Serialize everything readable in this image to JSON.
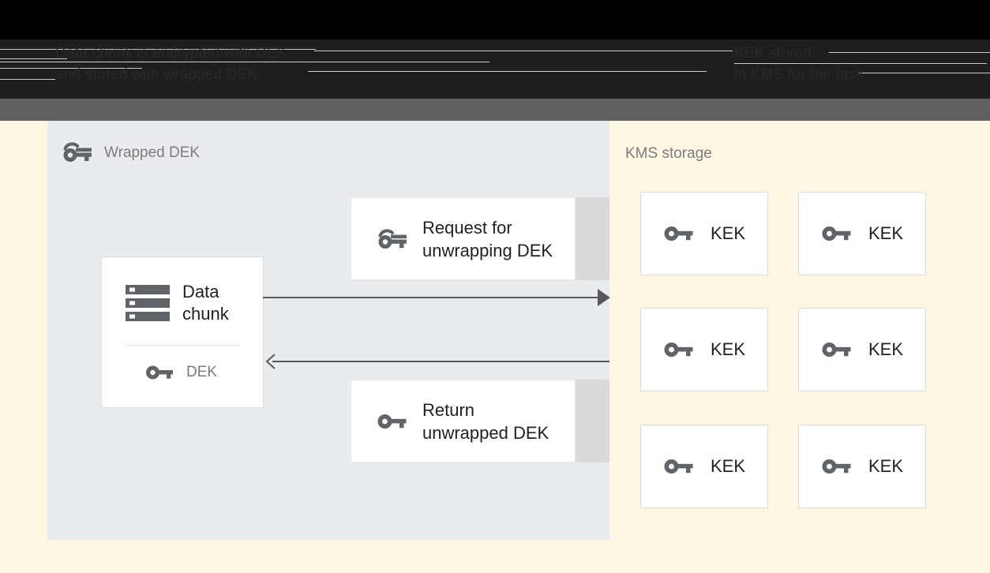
{
  "header": {
    "caption_left": "Data chunk is encrypted with DEK\nand stored with wrapped DEK",
    "caption_right": "KEK stored\nin KMS for the task"
  },
  "colors": {
    "top_band": "#000000",
    "top_band_inner": "#1e1e1e",
    "grey_bar": "#606060",
    "left_panel": "#e8ecef",
    "right_panel": "#fdf6e3",
    "card": "#ffffff",
    "card_border": "#dcdcdc",
    "plate": "#dadada",
    "arrow": "#58595b",
    "icon": "#606367",
    "title_text": "#7c7c7c",
    "body_text": "#202124"
  },
  "left_panel": {
    "title": "Wrapped DEK",
    "title_icon": "wrapped-key-icon",
    "data_chunk": {
      "icon": "data-chunk-icon",
      "label": "Data\nchunk",
      "key_icon": "key-icon",
      "key_label": "DEK"
    },
    "messages": [
      {
        "icon": "wrapped-key-icon",
        "text": "Request for\nunwrapping DEK",
        "direction": "right"
      },
      {
        "icon": "key-icon",
        "text": "Return\nunwrapped DEK",
        "direction": "left"
      }
    ]
  },
  "right_panel": {
    "title": "KMS storage",
    "keks": [
      {
        "icon": "key-icon",
        "label": "KEK"
      },
      {
        "icon": "key-icon",
        "label": "KEK"
      },
      {
        "icon": "key-icon",
        "label": "KEK"
      },
      {
        "icon": "key-icon",
        "label": "KEK"
      },
      {
        "icon": "key-icon",
        "label": "KEK"
      },
      {
        "icon": "key-icon",
        "label": "KEK"
      }
    ]
  }
}
